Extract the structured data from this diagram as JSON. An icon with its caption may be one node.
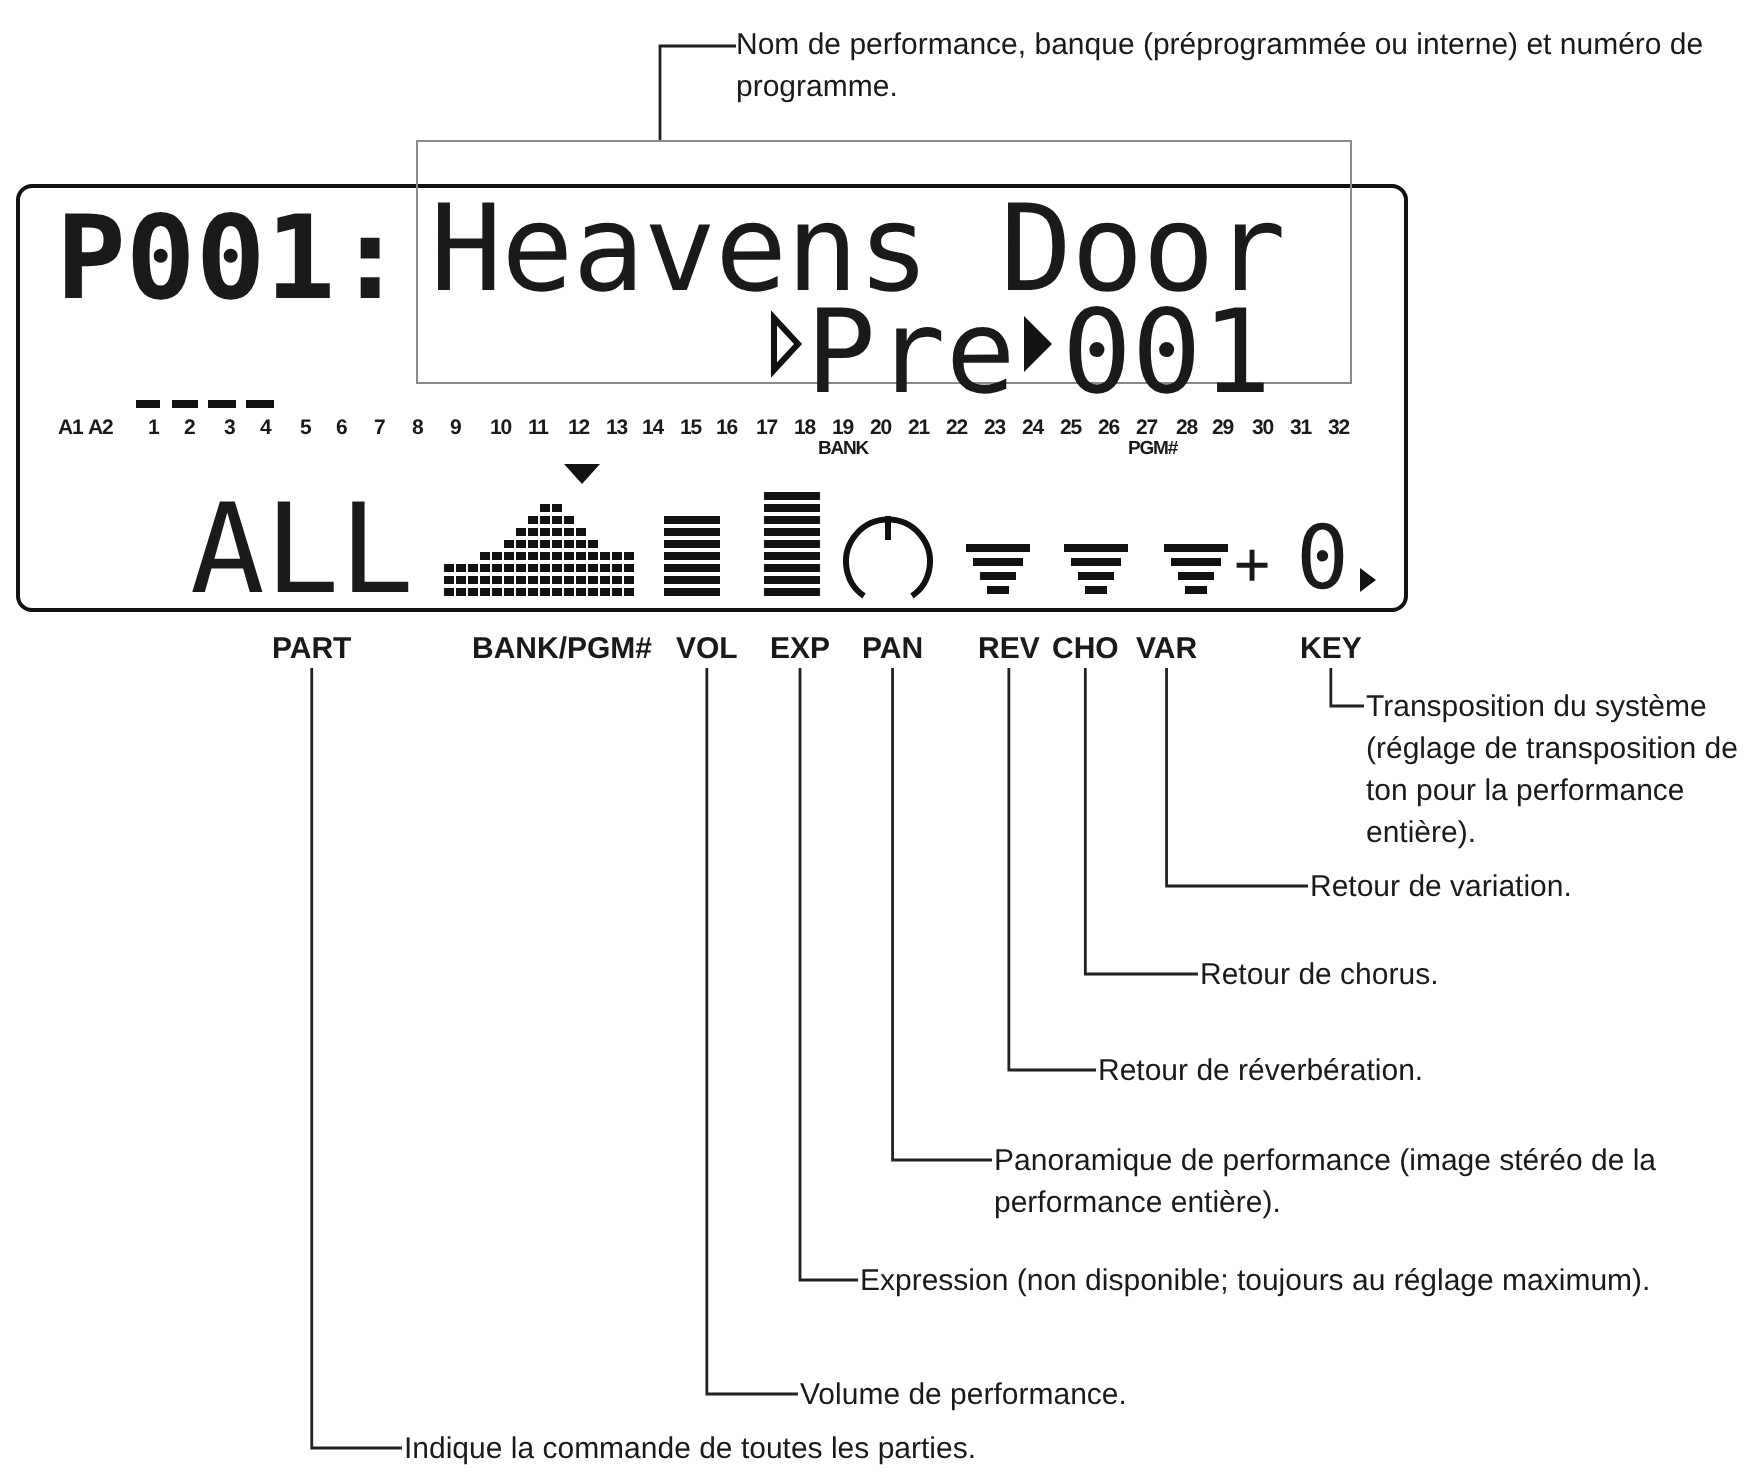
{
  "diagram": {
    "nodes": [
      {
        "text": [
          "Nom de performance, banque (préprogrammée ou interne) et numéro de programme."
        ]
      },
      {
        "text": [
          "Heavens Door",
          "Pre",
          "001"
        ]
      },
      {
        "text": [
          "PART"
        ]
      },
      {
        "text": [
          "BANK/PGM#"
        ]
      },
      {
        "text": [
          "VOL"
        ]
      },
      {
        "text": [
          "EXP"
        ]
      },
      {
        "text": [
          "PAN"
        ]
      },
      {
        "text": [
          "REV"
        ]
      },
      {
        "text": [
          "CHO"
        ]
      },
      {
        "text": [
          "VAR"
        ]
      },
      {
        "text": [
          "KEY"
        ]
      },
      {
        "text": [
          "Transposition du système (réglage de transposition de ton pour la performance entière)."
        ]
      },
      {
        "text": [
          "Retour de variation."
        ]
      },
      {
        "text": [
          "Retour de chorus."
        ]
      },
      {
        "text": [
          "Retour de réverbération."
        ]
      },
      {
        "text": [
          "Panoramique de performance (image stéréo de la performance entière)."
        ]
      },
      {
        "text": [
          "Expression (non disponible; toujours au réglage maximum)."
        ]
      },
      {
        "text": [
          "Volume de performance."
        ]
      },
      {
        "text": [
          "Indique la commande de toutes les parties."
        ]
      }
    ],
    "edges": [
      {
        "from": 0,
        "to": 1,
        "arrow": "none"
      },
      {
        "from": 10,
        "to": 11,
        "arrow": "none"
      },
      {
        "from": 9,
        "to": 12,
        "arrow": "none"
      },
      {
        "from": 8,
        "to": 13,
        "arrow": "none"
      },
      {
        "from": 7,
        "to": 14,
        "arrow": "none"
      },
      {
        "from": 6,
        "to": 15,
        "arrow": "none"
      },
      {
        "from": 5,
        "to": 16,
        "arrow": "none"
      },
      {
        "from": 4,
        "to": 17,
        "arrow": "none"
      },
      {
        "from": 2,
        "to": 18,
        "arrow": "none"
      }
    ],
    "labels": [
      "P001:",
      "A1",
      "A2",
      "1",
      "2",
      "3",
      "4",
      "5",
      "6",
      "7",
      "8",
      "9",
      "10",
      "11",
      "12",
      "13",
      "14",
      "15",
      "16",
      "17",
      "18",
      "19",
      "20",
      "21",
      "22",
      "23",
      "24",
      "25",
      "26",
      "27",
      "28",
      "29",
      "30",
      "31",
      "32",
      "BANK",
      "PGM#",
      "ALL",
      "+",
      "0"
    ]
  }
}
